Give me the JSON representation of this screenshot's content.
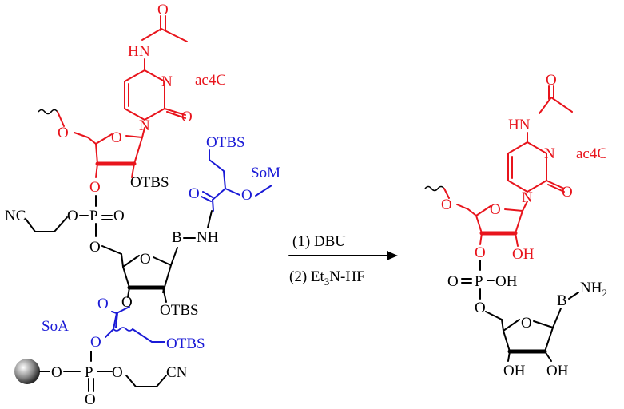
{
  "left_molecule": {
    "ac4c_label": "ac4C",
    "som_label": "SoM",
    "soa_label": "SoA",
    "n_h": "H",
    "n_atom": "N",
    "ring_n": "N",
    "ring_n1": "N",
    "o_carbonyl_top": "O",
    "o_carbonyl_ring": "O",
    "o5": "O",
    "o_ring": "O",
    "o3": "O",
    "otbs_2": "OTBS",
    "p1": "P",
    "p1_o_eq": "O",
    "p1_o_left": "O",
    "p1_o_bottom": "O",
    "nc_left": "NC",
    "som_otbs": "OTBS",
    "som_o_methoxy": "O",
    "som_o_carbonyl": "O",
    "b_label": "B",
    "nh_label": "NH",
    "o_ring2": "O",
    "otbs_3": "OTBS",
    "o3_2": "O",
    "soa_o_carbonyl": "O",
    "soa_o": "O",
    "soa_otbs": "OTBS",
    "p2": "P",
    "p2_o_left": "O",
    "p2_o_right": "O",
    "p2_o_bottom": "O",
    "cn_right": "CN"
  },
  "arrow": {
    "step1": "(1) DBU",
    "step2_pre": "(2) Et",
    "step2_sub": "3",
    "step2_post": "N-HF"
  },
  "right_molecule": {
    "ac4c_label": "ac4C",
    "hn_label": "HN",
    "o_carbonyl_top": "O",
    "ring_n": "N",
    "ring_n1": "N",
    "o_carbonyl_ring": "O",
    "o5": "O",
    "o_ring": "O",
    "oh2": "OH",
    "o3": "O",
    "p_label": "P",
    "p_o_eq": "O",
    "p_oh": "OH",
    "p_o_bottom": "O",
    "b_label": "B",
    "nh2_pre": "NH",
    "nh2_sub": "2",
    "o_ring2": "O",
    "oh_a": "OH",
    "oh_b": "OH"
  }
}
